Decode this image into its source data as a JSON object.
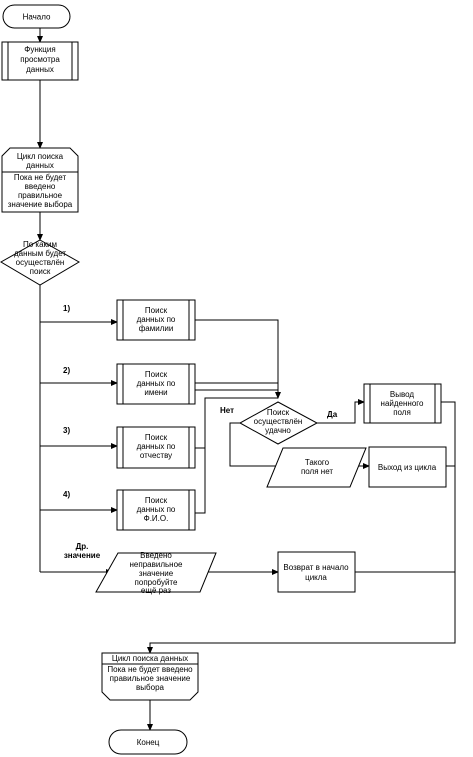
{
  "nodes": {
    "start": "Начало",
    "browse_fn": [
      "Функция",
      "просмотра",
      "данных"
    ],
    "loop_top": {
      "head": [
        "Цикл поиска",
        "данных"
      ],
      "body": [
        "Пока не будет",
        "введено",
        "правильное",
        "значение выбора"
      ]
    },
    "search_by": [
      "По каким",
      "данным будет",
      "осуществлён",
      "поиск"
    ],
    "opt1": "1)",
    "opt2": "2)",
    "opt3": "3)",
    "opt4": "4)",
    "other_label": [
      "Др.",
      "значение"
    ],
    "by_surname": [
      "Поиск",
      "данных по",
      "фамилии"
    ],
    "by_name": [
      "Поиск",
      "данных по",
      "имени"
    ],
    "by_patronymic": [
      "Поиск",
      "данных по",
      "отчеству"
    ],
    "by_fio": [
      "Поиск",
      "данных по",
      "Ф.И.О."
    ],
    "found": [
      "Поиск",
      "осуществлён",
      "удачно"
    ],
    "yes": "Да",
    "no": "Нет",
    "output_found": [
      "Вывод",
      "найденного",
      "поля"
    ],
    "no_such_field": [
      "Такого",
      "поля нет"
    ],
    "exit_loop": "Выход из цикла",
    "wrong_value": [
      "Введено",
      "неправильное",
      "значение",
      "попробуйте",
      "ещё раз"
    ],
    "return_loop": [
      "Возврат в начало",
      "цикла"
    ],
    "loop_bottom": {
      "head": "Цикл поиска данных",
      "body": [
        "Пока не будет введено",
        "правильное значение",
        "выбора"
      ]
    },
    "end": "Конец"
  }
}
